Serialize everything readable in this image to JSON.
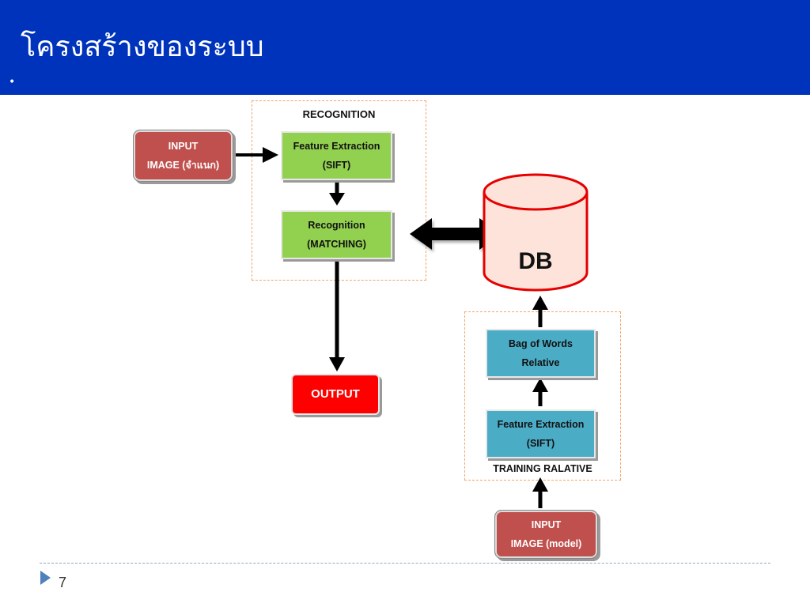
{
  "slide": {
    "title": "โครงสร้างของระบบ",
    "bullet": "•",
    "page_number": "7"
  },
  "recognition_group": {
    "label": "RECOGNITION",
    "feature_extraction": {
      "line1": "Feature Extraction",
      "line2": "(SIFT)"
    },
    "matching": {
      "line1": "Recognition",
      "line2": "(MATCHING)"
    }
  },
  "input_classify": {
    "line1": "INPUT",
    "line2": "IMAGE (จำแนก)"
  },
  "output": {
    "label": "OUTPUT"
  },
  "database": {
    "label": "DB"
  },
  "training_group": {
    "label": "TRAINING RALATIVE",
    "bag_of_words": {
      "line1": "Bag of Words",
      "line2": "Relative"
    },
    "feature_extraction": {
      "line1": "Feature Extraction",
      "line2": "(SIFT)"
    }
  },
  "input_model": {
    "line1": "INPUT",
    "line2": "IMAGE (model)"
  },
  "colors": {
    "header": "#0033bb",
    "input_box": "#c0504d",
    "green_box": "#92d050",
    "blue_box": "#4bacc6",
    "output_box": "#ff0000",
    "db_fill": "#fde3da",
    "db_stroke": "#e60000",
    "dashed_border": "#f4a46a"
  }
}
